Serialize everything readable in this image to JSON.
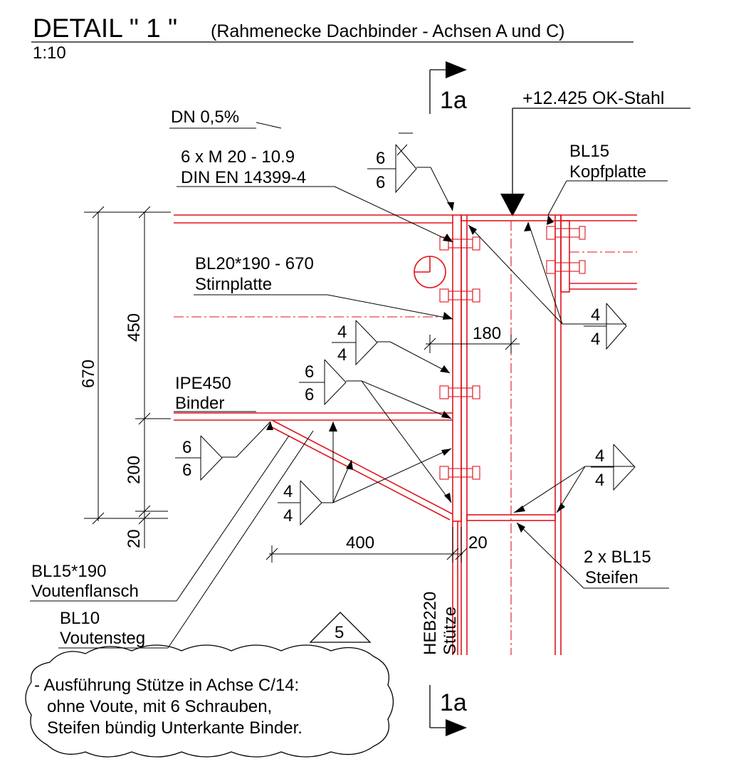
{
  "title": {
    "main": "DETAIL \" 1 \"",
    "sub": "(Rahmenecke Dachbinder - Achsen A und C)",
    "scale": "1:10"
  },
  "section": {
    "label_top": "1a",
    "label_bottom": "1a"
  },
  "level": {
    "label": "+12.425 OK-Stahl"
  },
  "slope": {
    "label": "DN 0,5%"
  },
  "bolts": {
    "line1": "6 x M 20 - 10.9",
    "line2": "DIN EN 14399-4"
  },
  "headplate": {
    "line1": "BL15",
    "line2": "Kopfplatte"
  },
  "endplate": {
    "line1": "BL20*190 - 670",
    "line2": "Stirnplatte"
  },
  "beam": {
    "line1": "IPE450",
    "line2": "Binder"
  },
  "haunch_flange": {
    "line1": "BL15*190",
    "line2": "Voutenflansch"
  },
  "haunch_web": {
    "line1": "BL10",
    "line2": "Voutensteg"
  },
  "stiffeners": {
    "line1": "2 x BL15",
    "line2": "Steifen"
  },
  "column": {
    "line1": "HEB220",
    "line2": "Stütze"
  },
  "dimensions": {
    "total_height": "670",
    "upper": "450",
    "lower": "200",
    "gap": "20",
    "haunch_length": "400",
    "plate_offset": "20",
    "bolt_spacing": "180"
  },
  "welds": {
    "w_top_upper": "6",
    "w_top_lower": "6",
    "w_right_top_upper": "4",
    "w_right_top_lower": "4",
    "w_mid1_upper": "4",
    "w_mid1_lower": "4",
    "w_mid2_upper": "6",
    "w_mid2_lower": "6",
    "w_left_upper": "6",
    "w_left_lower": "6",
    "w_bot_upper": "4",
    "w_bot_lower": "4",
    "w_right_bot_upper": "4",
    "w_right_bot_lower": "4"
  },
  "revision": {
    "number": "5"
  },
  "note": {
    "line1": "- Ausführung Stütze in Achse C/14:",
    "line2": "ohne Voute, mit 6 Schrauben,",
    "line3": "Steifen bündig Unterkante Binder."
  }
}
